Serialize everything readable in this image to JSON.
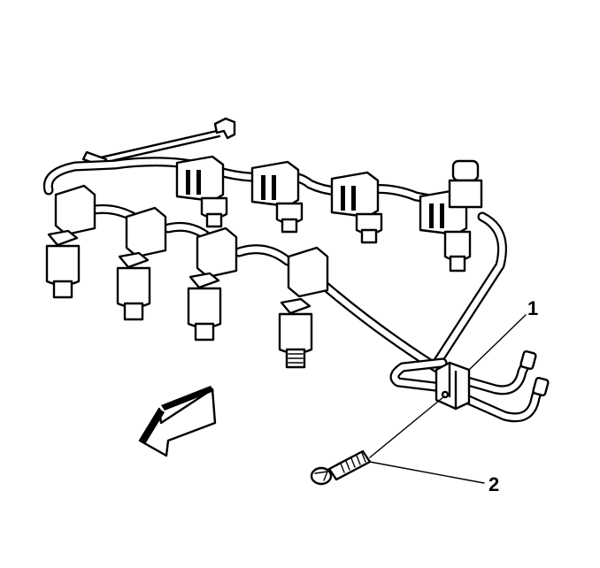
{
  "diagram": {
    "subject": "Fuel injector rail assembly with fuel line bracket",
    "colors": {
      "line": "#000000",
      "background": "#ffffff"
    },
    "callouts": [
      {
        "id": "1",
        "label": "1",
        "target": "fuel-line-bracket"
      },
      {
        "id": "2",
        "label": "2",
        "target": "bracket-bolt"
      }
    ],
    "direction_arrow": {
      "icon": "front-direction-arrow-icon",
      "points": "down-left"
    },
    "injectors": {
      "count": 8
    }
  }
}
